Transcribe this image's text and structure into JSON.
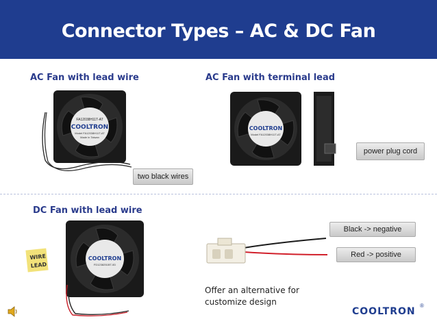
{
  "slide": {
    "title": "Connector Types – AC & DC Fan"
  },
  "sections": {
    "ac_lead": {
      "label": "AC Fan with lead wire",
      "callout": "two black wires"
    },
    "ac_terminal": {
      "label": "AC Fan with terminal lead",
      "callout": "power plug cord"
    },
    "dc_lead": {
      "label": "DC Fan with lead wire"
    },
    "connector": {
      "callout_black": "Black -> negative",
      "callout_red": "Red -> positive",
      "offer_line1": "Offer an alternative for",
      "offer_line2": "customize design"
    }
  },
  "fan_labels": {
    "brand": "COOLTRON",
    "wire_tag": "WIRE LEAD"
  },
  "logo": {
    "text": "COOLTRON",
    "registered": "®"
  },
  "icons": {
    "speaker": "speaker-icon"
  },
  "colors": {
    "header_bg": "#1f3d8f",
    "label_blue": "#2a3b8c",
    "wire_red": "#d11f2a"
  }
}
